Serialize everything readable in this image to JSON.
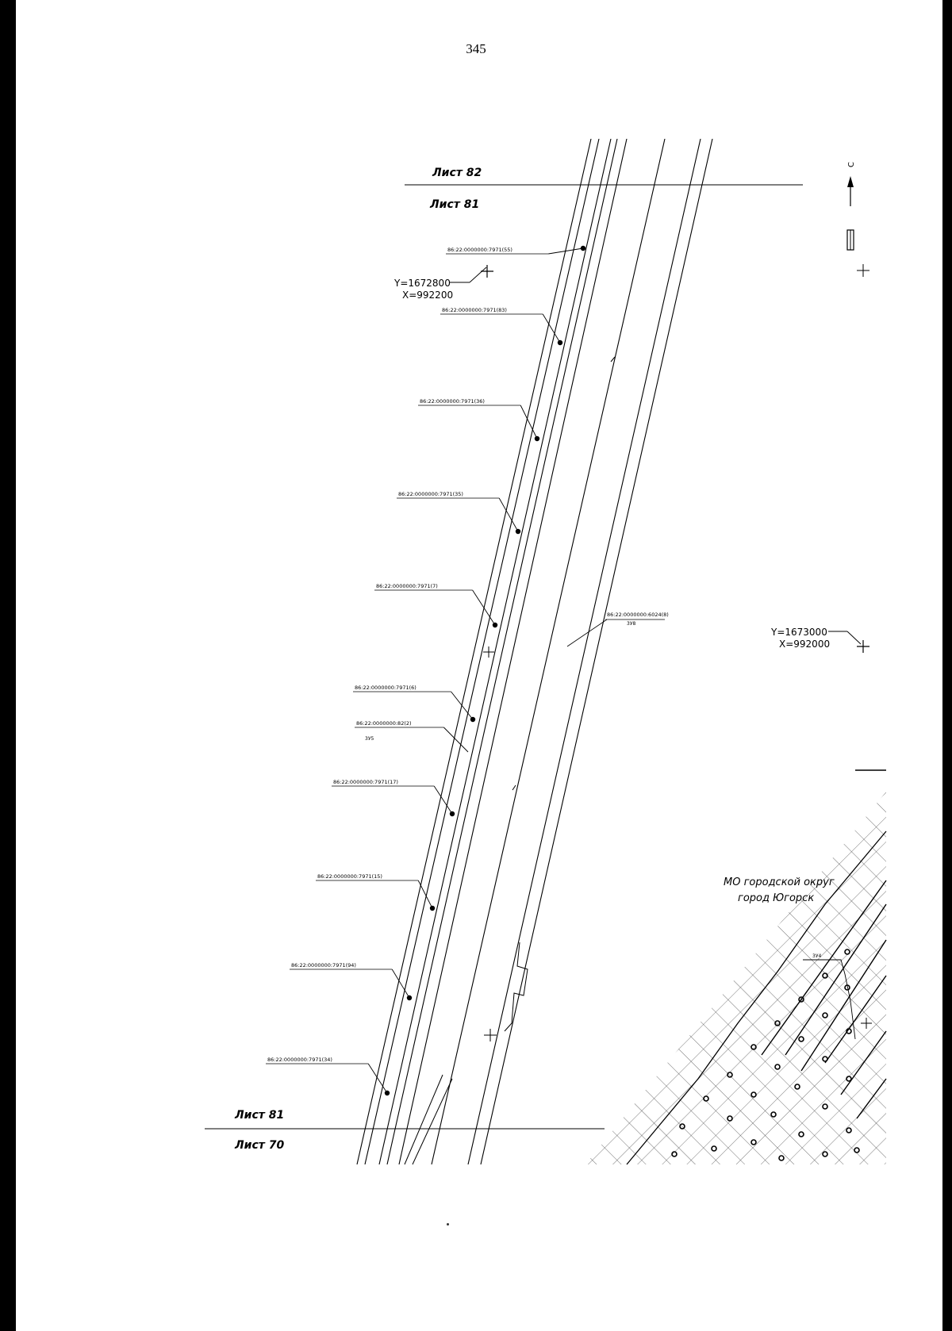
{
  "page": {
    "number": "345"
  },
  "sheets": {
    "top_upper": "Лист 82",
    "top_lower": "Лист 81",
    "bottom_upper": "Лист 81",
    "bottom_lower": "Лист 70"
  },
  "coordinates": [
    {
      "y": "Y=1672800",
      "x": "X=992200"
    },
    {
      "y": "Y=1673000",
      "x": "X=992000"
    }
  ],
  "parcels": [
    "86:22:0000000:7971(55)",
    "86:22:0000000:7971(83)",
    "86:22:0000000:7971(36)",
    "86:22:0000000:7971(35)",
    "86:22:0000000:7971(7)",
    "86:22:0000000:7971(6)",
    "86:22:0000000:82(2)",
    "86:22:0000000:7971(17)",
    "86:22:0000000:7971(15)",
    "86:22:0000000:7971(94)",
    "86:22:0000000:7971(34)"
  ],
  "parcel_sublabels": {
    "p82": "3У5",
    "p6024": "3У8",
    "zone": "3У4"
  },
  "road_parcel": "86:22:0000000:6024(8)",
  "region": {
    "line1": "МО городской округ",
    "line2": "город Югорск"
  },
  "north_arrow": {
    "label": "С",
    "icon": "north-arrow-icon"
  },
  "colors": {
    "ink": "#000000",
    "paper": "#ffffff"
  }
}
